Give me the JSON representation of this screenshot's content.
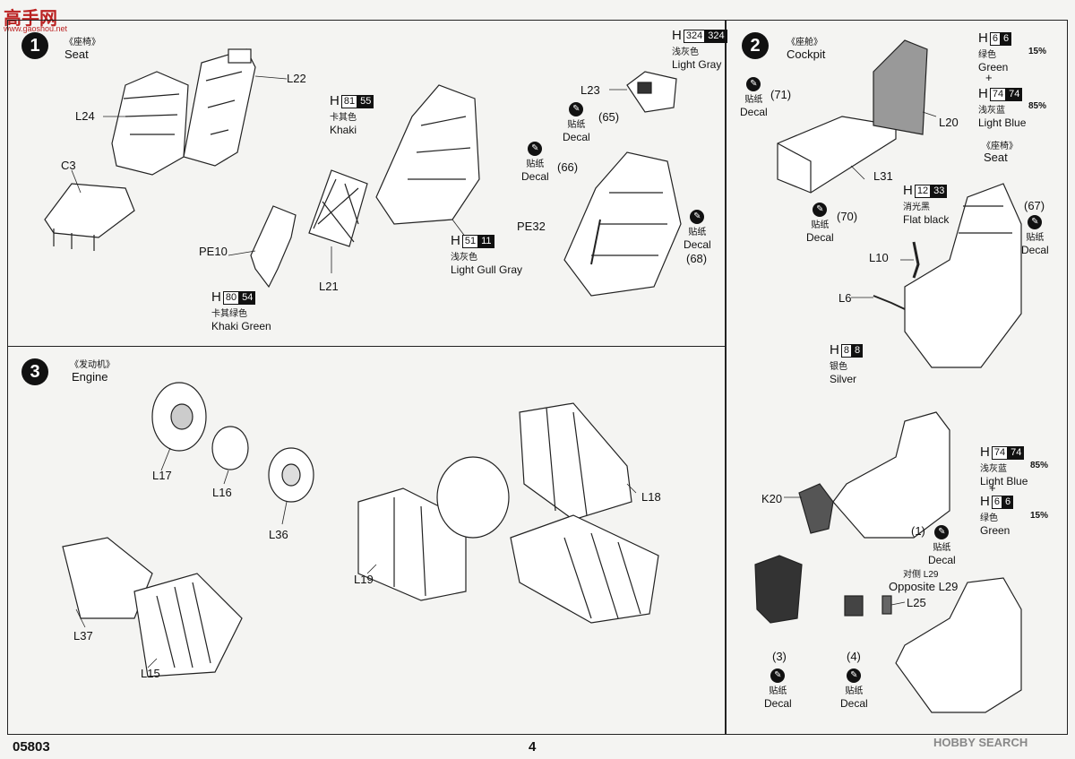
{
  "header": {
    "site_logo": "高手网",
    "site_url": "www.gaoshou.net"
  },
  "footer": {
    "code": "05803",
    "page": "4",
    "watermark": "HOBBY SEARCH"
  },
  "step1": {
    "number": "1",
    "title_cn": "《座椅》",
    "title_en": "Seat",
    "parts": [
      "L22",
      "L24",
      "C3",
      "PE10",
      "L21"
    ],
    "paint_khaki": {
      "code": "81",
      "code2": "55",
      "cn": "卡其色",
      "en": "Khaki"
    },
    "paint_khaki_green": {
      "code": "80",
      "code2": "54",
      "cn": "卡其绿色",
      "en": "Khaki Green"
    },
    "paint_gull": {
      "code": "51",
      "code2": "11",
      "cn": "浅灰色",
      "en": "Light Gull Gray"
    },
    "paint_light_gray": {
      "code": "324",
      "code2": "324",
      "cn": "浅灰色",
      "en": "Light Gray"
    },
    "parts2": [
      "L23",
      "PE32"
    ],
    "decals": [
      "(65)",
      "(66)",
      "(68)"
    ],
    "decal_cn": "贴纸",
    "decal_en": "Decal"
  },
  "step2": {
    "number": "2",
    "title_cn": "《座舱》",
    "title_en": "Cockpit",
    "paint_green": {
      "code": "6",
      "code2": "6",
      "cn": "绿色",
      "en": "Green",
      "pct": "15%"
    },
    "paint_light_blue": {
      "code": "74",
      "code2": "74",
      "cn": "浅灰蓝",
      "en": "Light Blue",
      "pct": "85%"
    },
    "plus": "+",
    "parts": [
      "L20",
      "L31",
      "L10",
      "L6"
    ],
    "decals": [
      "(71)",
      "(70)",
      "(67)"
    ],
    "seat_cn": "《座椅》",
    "seat_en": "Seat",
    "paint_flat_black": {
      "code": "12",
      "code2": "33",
      "cn": "消光黑",
      "en": "Flat black"
    },
    "paint_silver": {
      "code": "8",
      "code2": "8",
      "cn": "银色",
      "en": "Silver"
    },
    "decal_cn": "贴纸",
    "decal_en": "Decal"
  },
  "step2b": {
    "paint_light_blue": {
      "code": "74",
      "code2": "74",
      "cn": "浅灰蓝",
      "en": "Light Blue",
      "pct": "85%"
    },
    "paint_green": {
      "code": "6",
      "code2": "6",
      "cn": "绿色",
      "en": "Green",
      "pct": "15%"
    },
    "plus": "+",
    "parts": [
      "K20",
      "L25"
    ],
    "decals": [
      "(1)",
      "(3)",
      "(4)"
    ],
    "opposite_cn": "对侧 L29",
    "opposite_en": "Opposite L29",
    "decal_cn": "贴纸",
    "decal_en": "Decal"
  },
  "step3": {
    "number": "3",
    "title_cn": "《发动机》",
    "title_en": "Engine",
    "parts": [
      "L17",
      "L16",
      "L36",
      "L18",
      "L19",
      "L37",
      "L15"
    ]
  }
}
